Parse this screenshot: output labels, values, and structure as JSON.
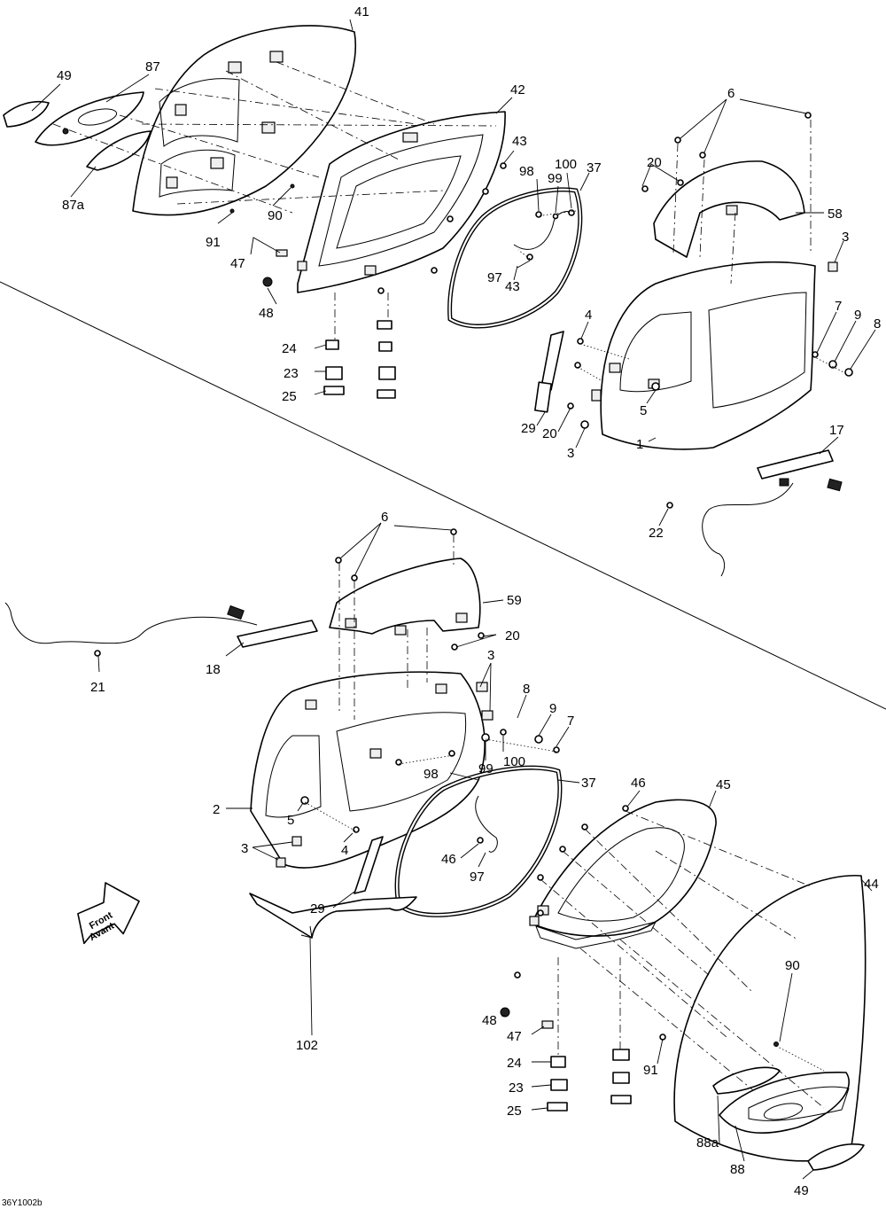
{
  "drawing_code": "36Y1002b",
  "front_arrow": {
    "line1": "Front",
    "line2": "Avant"
  },
  "callouts": {
    "c41": "41",
    "c49a": "49",
    "c87": "87",
    "c87a": "87a",
    "c90a": "90",
    "c91a": "91",
    "c47a": "47",
    "c48a": "48",
    "c42": "42",
    "c43a": "43",
    "c98a": "98",
    "c100a": "100",
    "c99a": "99",
    "c37a": "37",
    "c97a": "97",
    "c43b": "43",
    "c24a": "24",
    "c23a": "23",
    "c25a": "25",
    "c6a": "6",
    "c20a": "20",
    "c58": "58",
    "c3a": "3",
    "c4a": "4",
    "c7a": "7",
    "c9a": "9",
    "c8a": "8",
    "c5a": "5",
    "c29a": "29",
    "c20b": "20",
    "c3b": "3",
    "c1": "1",
    "c17": "17",
    "c22": "22",
    "c6b": "6",
    "c59": "59",
    "c20c": "20",
    "c18": "18",
    "c21": "21",
    "c3c": "3",
    "c8b": "8",
    "c9b": "9",
    "c7b": "7",
    "c99b": "99",
    "c100b": "100",
    "c98b": "98",
    "c37b": "37",
    "c2": "2",
    "c5b": "5",
    "c3d": "3",
    "c4b": "4",
    "c46a": "46",
    "c97b": "97",
    "c29b": "29",
    "c46b": "46",
    "c45": "45",
    "c44": "44",
    "c48b": "48",
    "c47b": "47",
    "c102": "102",
    "c24b": "24",
    "c23b": "23",
    "c25b": "25",
    "c91b": "91",
    "c90b": "90",
    "c88a": "88a",
    "c88": "88",
    "c49b": "49"
  }
}
